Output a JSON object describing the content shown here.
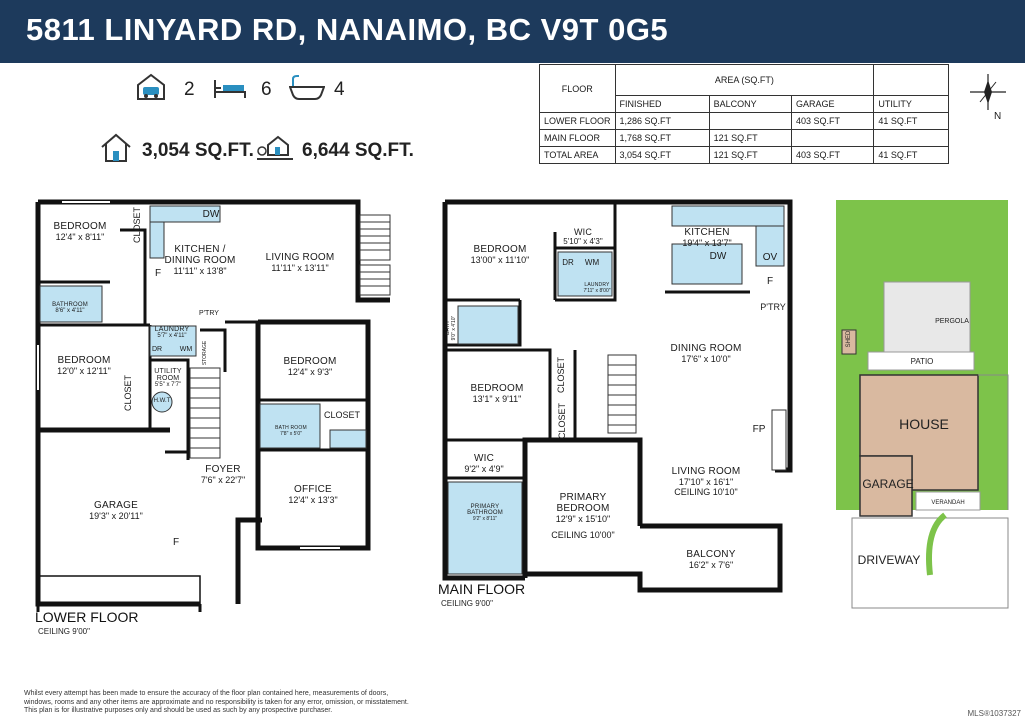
{
  "header": {
    "address": "5811 LINYARD RD, NANAIMO, BC V9T 0G5"
  },
  "stats": {
    "garage": "2",
    "beds": "6",
    "baths": "4",
    "finished_area": "3,054 SQ.FT.",
    "lot_area": "6,644 SQ.FT."
  },
  "icons": [
    "garage-icon",
    "bed-icon",
    "bathtub-icon",
    "house-icon",
    "lot-icon",
    "compass-icon"
  ],
  "area_table": {
    "floor_header": "FLOOR",
    "area_header": "AREA (SQ.FT)",
    "columns": [
      "FINISHED",
      "BALCONY",
      "GARAGE",
      "UTILITY"
    ],
    "rows": [
      {
        "floor": "LOWER FLOOR",
        "finished": "1,286 SQ.FT",
        "balcony": "",
        "garage": "403 SQ.FT",
        "utility": "41 SQ.FT"
      },
      {
        "floor": "MAIN FLOOR",
        "finished": "1,768 SQ.FT",
        "balcony": "121 SQ.FT",
        "garage": "",
        "utility": ""
      },
      {
        "floor": "TOTAL AREA",
        "finished": "3,054 SQ.FT",
        "balcony": "121 SQ.FT",
        "garage": "403 SQ.FT",
        "utility": "41 SQ.FT"
      }
    ]
  },
  "compass": {
    "north": "N"
  },
  "lower_floor": {
    "title": "LOWER FLOOR",
    "ceiling": "CEILING 9'00\"",
    "rooms": [
      {
        "name": "BEDROOM",
        "dims": "12'4\" x 8'11\""
      },
      {
        "name": "KITCHEN /",
        "name2": "DINING ROOM",
        "dims": "11'11\" x 13'8\""
      },
      {
        "name": "LIVING ROOM",
        "dims": "11'11\" x 13'11\""
      },
      {
        "name": "BATHROOM",
        "dims": "8'6\" x 4'11\""
      },
      {
        "name": "LAUNDRY",
        "dims": "5'7\" x 4'11\""
      },
      {
        "name": "BEDROOM",
        "dims": "12'0\" x 12'11\""
      },
      {
        "name": "UTILITY",
        "name2": "ROOM",
        "dims": "5'5\" x 7'7\""
      },
      {
        "name": "BEDROOM",
        "dims": "12'4\" x 9'3\""
      },
      {
        "name": "BATH ROOM",
        "dims": "7'8\" x 5'0\""
      },
      {
        "name": "FOYER",
        "dims": "7'6\" x 22'7\""
      },
      {
        "name": "GARAGE",
        "dims": "19'3\" x 20'11\""
      },
      {
        "name": "OFFICE",
        "dims": "12'4\" x 13'3\""
      }
    ],
    "fixtures": {
      "closet": "CLOSET",
      "dw": "DW",
      "f": "F",
      "ptry": "P'TRY",
      "dr": "DR",
      "wm": "WM",
      "hwt": "H.W.T",
      "storage": "STORAGE"
    }
  },
  "main_floor": {
    "title": "MAIN FLOOR",
    "ceiling": "CEILING 9'00\"",
    "rooms": [
      {
        "name": "BEDROOM",
        "dims": "13'00\" x 11'10\""
      },
      {
        "name": "WIC",
        "dims": "5'10\" x 4'3\""
      },
      {
        "name": "KITCHEN",
        "dims": "19'4\" x 13'7\""
      },
      {
        "name": "LAUNDRY",
        "dims": "7'11\" x 8'00\""
      },
      {
        "name": "BATH",
        "dims": "9'0\" x 4'10\""
      },
      {
        "name": "DINING ROOM",
        "dims": "17'6\" x 10'0\""
      },
      {
        "name": "BEDROOM",
        "dims": "13'1\" x 9'11\""
      },
      {
        "name": "WIC",
        "dims": "9'2\" x 4'9\""
      },
      {
        "name": "PRIMARY",
        "name2": "BATHROOM",
        "dims": "9'2\" x 8'11\""
      },
      {
        "name": "PRIMARY",
        "name2": "BEDROOM",
        "dims": "12'9\" x 15'10\"",
        "ceiling": "CEILING 10'00\""
      },
      {
        "name": "LIVING ROOM",
        "dims": "17'10\" x 16'1\"",
        "ceiling": "CEILING 10'10\""
      },
      {
        "name": "BALCONY",
        "dims": "16'2\" x 7'6\""
      }
    ],
    "fixtures": {
      "closet": "CLOSET",
      "dw": "DW",
      "ov": "OV",
      "f": "F",
      "ptry": "P'TRY",
      "dr": "DR",
      "wm": "WM",
      "fp": "FP"
    }
  },
  "site_plan": {
    "pergola": "PERGOLA",
    "shed": "SHED",
    "patio": "PATIO",
    "house": "HOUSE",
    "garage": "GARAGE",
    "verandah": "VERANDAH",
    "driveway": "DRIVEWAY",
    "lawn_color": "#7dc34a",
    "house_color": "#d9b9a0"
  },
  "colors": {
    "header": "#1d3a5c",
    "wet_area": "#bfe2f2"
  },
  "footer": {
    "disclaimer_1": "Whilst every attempt has been made to ensure the accuracy of the floor plan contained here, measurements of doors,",
    "disclaimer_2": "windows, rooms and any other items are approximate and no responsibility is taken for any error, omission, or misstatement.",
    "disclaimer_3": "This plan is for illustrative purposes only and should be used as such by any prospective purchaser.",
    "mls": "MLS®1037327"
  }
}
